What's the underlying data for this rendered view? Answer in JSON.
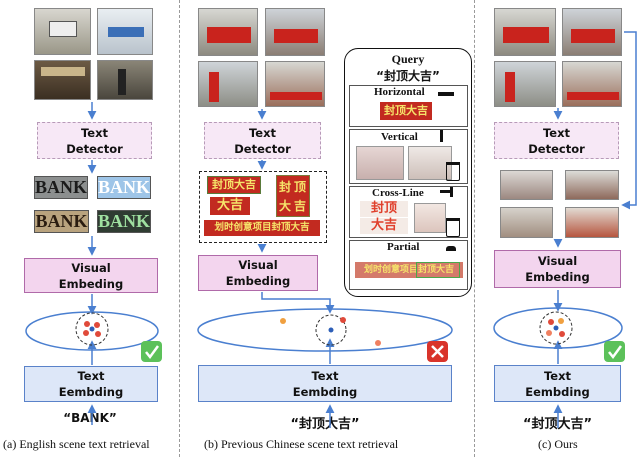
{
  "panel_a": {
    "detector_label": "Text\nDetector",
    "visual_label": "Visual\nEmbeding",
    "text_label": "Text\nEembding",
    "query": "“BANK”",
    "crop_text": [
      "BANK",
      "BANK",
      "BANK",
      "BANK"
    ],
    "caption": "(a) English scene text retrieval"
  },
  "panel_b": {
    "detector_label": "Text\nDetector",
    "visual_label": "Visual\nEmbeding",
    "text_label": "Text\nEembding",
    "query": "“封顶大吉”",
    "crop_horizontal": "封顶大吉",
    "crop_vertical": [
      "封",
      "顶",
      "大",
      "吉"
    ],
    "crop_small": "大吉",
    "crop_long": "划时创意项目封顶大吉",
    "caption": "(b) Previous Chinese scene text retrieval"
  },
  "popup": {
    "title": "Query",
    "query": "“封顶大吉”",
    "horizontal_label": "Horizontal",
    "horizontal_text": "封顶大吉",
    "vertical_label": "Vertical",
    "cross_label": "Cross-Line",
    "cross_text_top": "封顶",
    "cross_text_bottom": "大吉",
    "partial_label": "Partial",
    "partial_text": "划时创意项目封顶大吉"
  },
  "panel_c": {
    "detector_label": "Text\nDetector",
    "visual_label": "Visual\nEmbeding",
    "text_label": "Text\nEembding",
    "query": "“封顶大吉”",
    "caption": "(c) Ours"
  },
  "colors": {
    "arrow": "#4a7fd0",
    "check": "#5cc15a",
    "cross": "#d9342b",
    "visual_fill": "#f3d5ee",
    "text_fill": "#dde7f8"
  }
}
